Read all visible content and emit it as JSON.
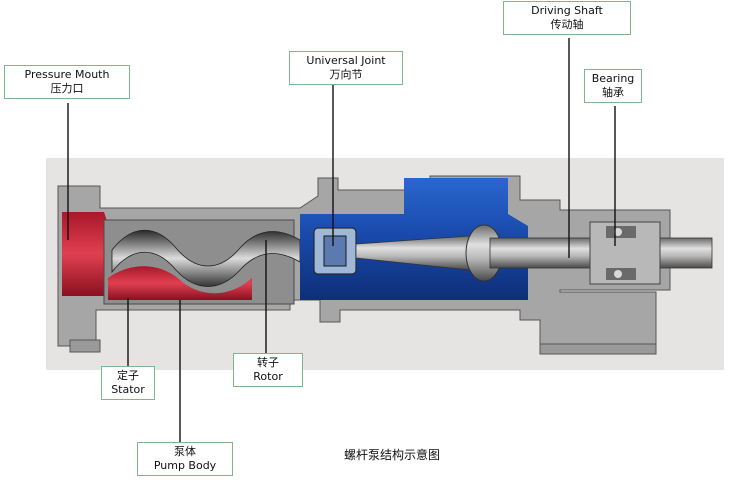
{
  "diagram": {
    "caption": "螺杆泵结构示意图",
    "labels": {
      "pressure_mouth": {
        "en": "Pressure Mouth",
        "zh": "压力口"
      },
      "universal_joint": {
        "en": "Universal Joint",
        "zh": "万向节"
      },
      "driving_shaft": {
        "en": "Driving Shaft",
        "zh": "传动轴"
      },
      "bearing": {
        "en": "Bearing",
        "zh": "轴承"
      },
      "stator": {
        "zh": "定子",
        "en": "Stator"
      },
      "rotor": {
        "zh": "转子",
        "en": "Rotor"
      },
      "pump_body": {
        "zh": "泵体",
        "en": "Pump Body"
      }
    },
    "colors": {
      "pressure_chamber": "#c8283a",
      "suction_chamber": "#1f55b8",
      "casing": "#9a9a9a",
      "frame": "#e6e4e2",
      "label_border": "#7fb58a"
    }
  }
}
